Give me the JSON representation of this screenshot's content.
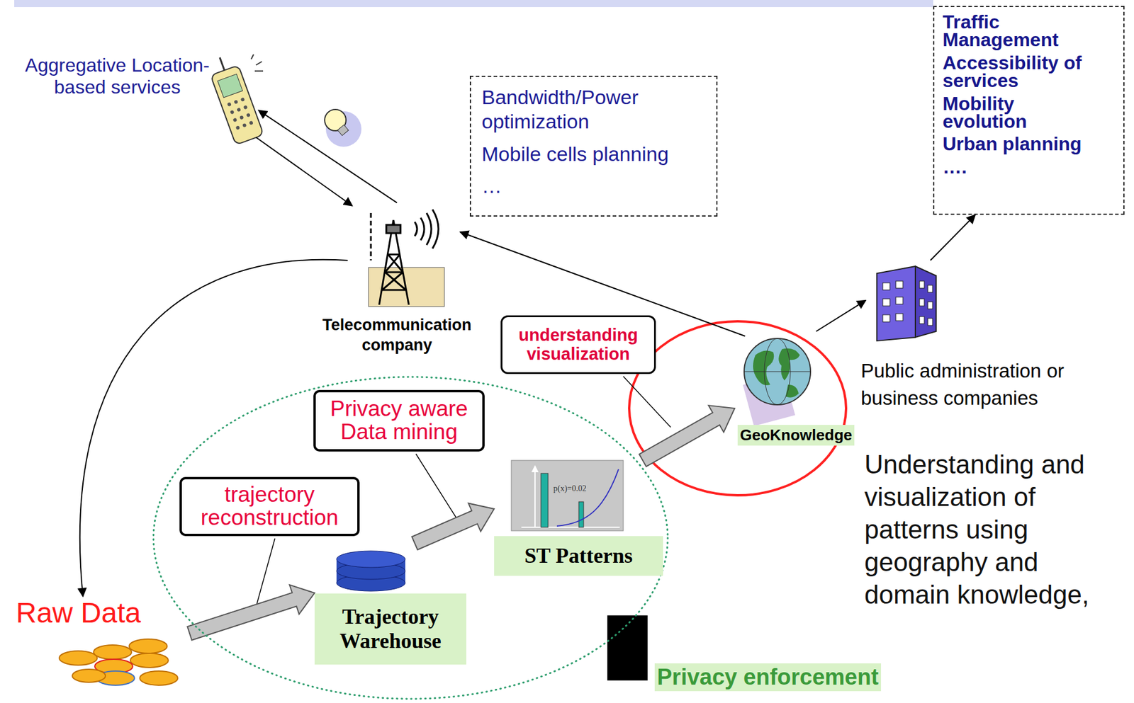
{
  "diagram": {
    "nodes": [
      {
        "text": [
          "Aggregative Location- based services"
        ]
      },
      {
        "text": [
          "Bandwidth/Power optimization",
          "Mobile cells planning",
          "…"
        ]
      },
      {
        "text": [
          "Traffic Management",
          "Accessibility of services",
          "Mobility evolution",
          "Urban planning",
          "…."
        ]
      },
      {
        "text": [
          "Telecommunication company"
        ]
      },
      {
        "text": [
          "understanding visualization"
        ]
      },
      {
        "text": [
          "GeoKnowledge"
        ]
      },
      {
        "text": [
          "Public administration or business companies"
        ]
      },
      {
        "text": [
          "Privacy enforcement"
        ]
      },
      {
        "text": [
          "Privacy aware Data mining"
        ],
        "in": 7
      },
      {
        "text": [
          "trajectory reconstruction"
        ],
        "in": 7
      },
      {
        "text": [
          "Trajectory Warehouse"
        ],
        "in": 7
      },
      {
        "text": [
          "ST Patterns"
        ],
        "in": 7
      },
      {
        "text": [
          "Raw Data"
        ]
      }
    ],
    "edges": [
      {
        "from": 3,
        "to": 0,
        "arrow": "to"
      },
      {
        "from": 0,
        "to": 3,
        "arrow": "to"
      },
      {
        "from": 5,
        "to": 3,
        "arrow": "to"
      },
      {
        "from": 5,
        "to": 6,
        "arrow": "to"
      },
      {
        "from": 6,
        "to": 2,
        "arrow": "to"
      },
      {
        "from": 3,
        "to": 12,
        "arrow": "to"
      },
      {
        "from": 12,
        "to": 10,
        "arrow": "to"
      },
      {
        "from": 10,
        "to": 11,
        "arrow": "to"
      },
      {
        "from": 11,
        "to": 5,
        "arrow": "to"
      }
    ],
    "labels": [
      "Understanding and visualization of patterns using geography and domain knowledge,",
      "p(x)=0.02"
    ]
  }
}
